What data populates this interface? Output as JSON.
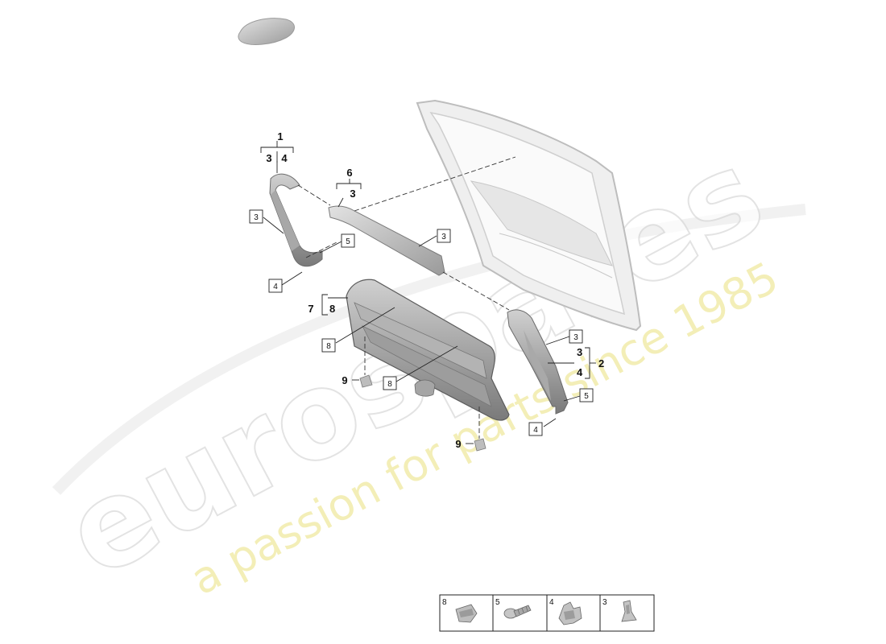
{
  "diagram": {
    "callouts": {
      "c1": "1",
      "c1a": "3",
      "c1b": "4",
      "c6": "6",
      "c6a": "3",
      "c7": "7",
      "c7a": "8",
      "c2": "2",
      "c2a": "3",
      "c2b": "4",
      "c9a": "9",
      "c9b": "9"
    },
    "boxes": {
      "b3_left": "3",
      "b5_left": "5",
      "b4_left": "4",
      "b3_mid": "3",
      "b8_left": "8",
      "b8_mid": "8",
      "b3_right": "3",
      "b5_right": "5",
      "b4_right": "4"
    },
    "legend": [
      {
        "num": "8",
        "icon": "clip-icon"
      },
      {
        "num": "5",
        "icon": "screw-icon"
      },
      {
        "num": "4",
        "icon": "bracket-clip-icon"
      },
      {
        "num": "3",
        "icon": "spreader-nut-icon"
      }
    ]
  },
  "watermark": {
    "brand": "eurospares",
    "tagline": "a passion for parts since 1985"
  },
  "colors": {
    "part_fill": "#c4c4c4",
    "part_dark": "#8e8e8e",
    "line": "#222222",
    "watermark_tag": "#efe9a0"
  }
}
